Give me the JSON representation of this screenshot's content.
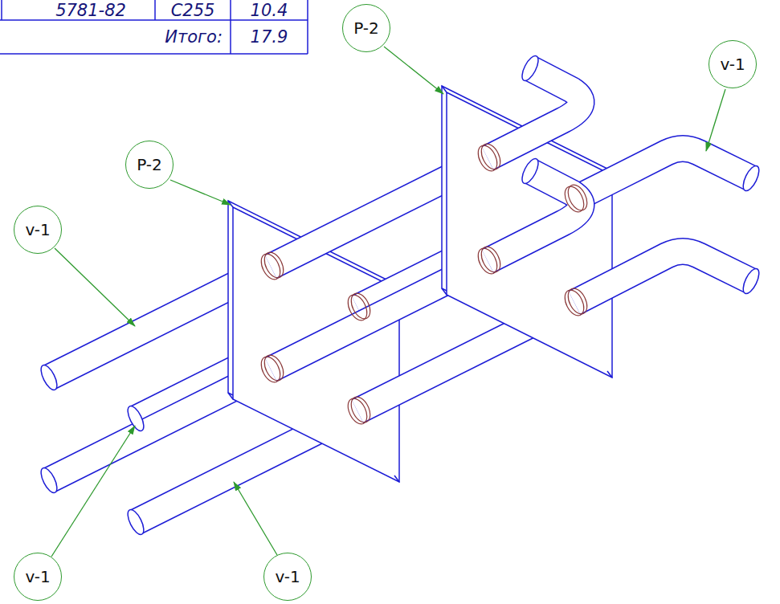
{
  "diagram": {
    "nodes": [
      {
        "text": [
          "P-2"
        ]
      },
      {
        "text": [
          "v-1"
        ]
      },
      {
        "text": [
          "P-2"
        ]
      },
      {
        "text": [
          "v-1"
        ]
      },
      {
        "text": [
          "v-1"
        ]
      },
      {
        "text": [
          "v-1"
        ]
      }
    ],
    "labels": [
      "5781-82",
      "С255",
      "10.4",
      "Итого:",
      "17.9"
    ]
  }
}
